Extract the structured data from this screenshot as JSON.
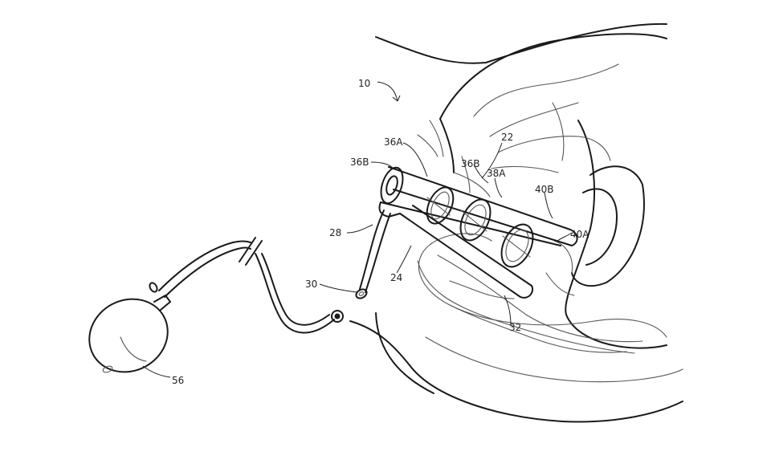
{
  "labels": {
    "ref_10": "10",
    "ref_36A_top": "36A",
    "ref_36B_left": "36B",
    "ref_22": "22",
    "ref_36B_mid": "36B",
    "ref_38A": "38A",
    "ref_40B": "40B",
    "ref_40A": "40A",
    "ref_28": "28",
    "ref_24": "24",
    "ref_30": "30",
    "ref_32": "32",
    "ref_56": "56"
  }
}
